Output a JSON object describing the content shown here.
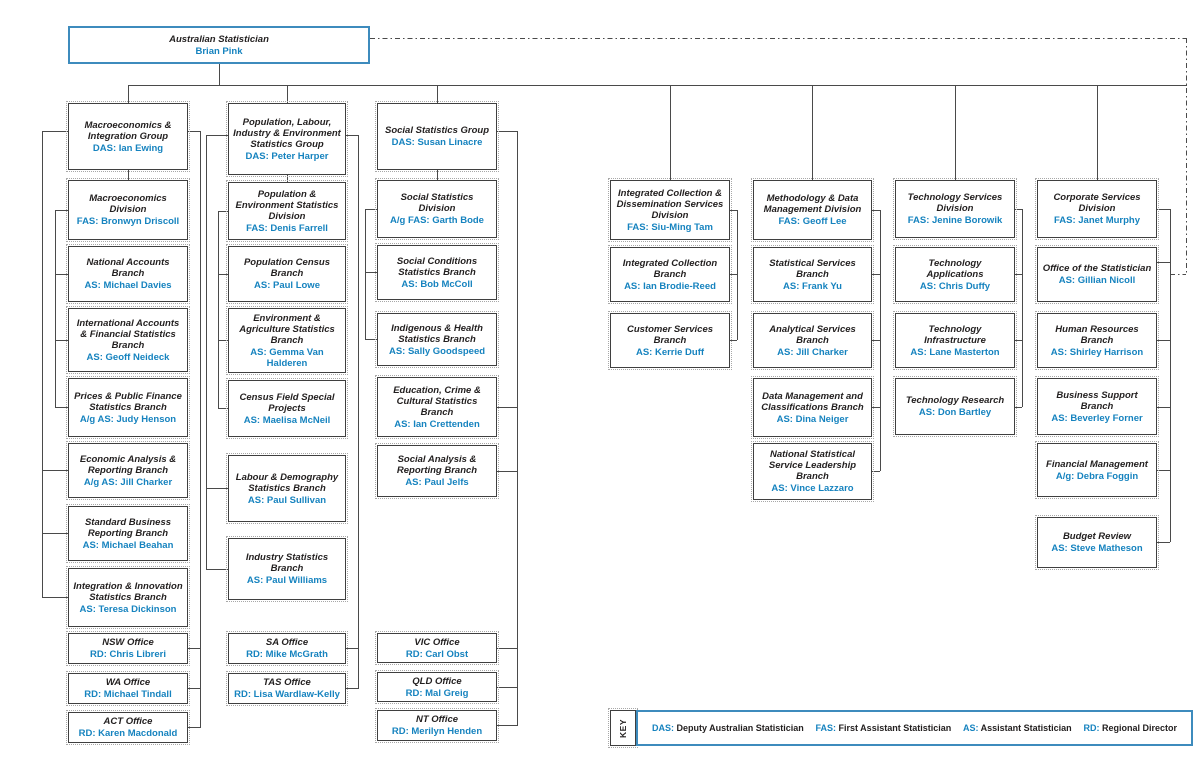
{
  "root": {
    "title": "Australian Statistician",
    "name": "Brian Pink"
  },
  "columns": [
    {
      "boxes": [
        {
          "title": "Macroeconomics & Integration Group",
          "name": "DAS: Ian Ewing"
        },
        {
          "title": "Macroeconomics Division",
          "name": "FAS: Bronwyn Driscoll"
        },
        {
          "title": "National Accounts Branch",
          "name": "AS: Michael Davies"
        },
        {
          "title": "International Accounts & Financial Statistics Branch",
          "name": "AS: Geoff Neideck"
        },
        {
          "title": "Prices & Public Finance Statistics Branch",
          "name": "A/g AS: Judy Henson"
        },
        {
          "title": "Economic Analysis & Reporting Branch",
          "name": "A/g AS: Jill Charker"
        },
        {
          "title": "Standard Business Reporting Branch",
          "name": "AS: Michael Beahan"
        },
        {
          "title": "Integration & Innovation Statistics Branch",
          "name": "AS: Teresa Dickinson"
        },
        {
          "title": "NSW Office",
          "name": "RD: Chris Libreri"
        },
        {
          "title": "WA Office",
          "name": "RD: Michael Tindall"
        },
        {
          "title": "ACT Office",
          "name": "RD: Karen Macdonald"
        }
      ]
    },
    {
      "boxes": [
        {
          "title": "Population, Labour, Industry & Environment Statistics Group",
          "name": "DAS: Peter Harper"
        },
        {
          "title": "Population & Environment Statistics Division",
          "name": "FAS: Denis Farrell"
        },
        {
          "title": "Population Census Branch",
          "name": "AS: Paul Lowe"
        },
        {
          "title": "Environment & Agriculture Statistics Branch",
          "name": "AS: Gemma Van Halderen"
        },
        {
          "title": "Census Field Special Projects",
          "name": "AS: Maelisa McNeil"
        },
        {
          "title": "Labour & Demography Statistics Branch",
          "name": "AS: Paul Sullivan"
        },
        {
          "title": "Industry Statistics Branch",
          "name": "AS: Paul Williams"
        },
        {
          "title": "SA Office",
          "name": "RD: Mike McGrath"
        },
        {
          "title": "TAS Office",
          "name": "RD: Lisa Wardlaw-Kelly"
        }
      ]
    },
    {
      "boxes": [
        {
          "title": "Social Statistics Group",
          "name": "DAS: Susan Linacre"
        },
        {
          "title": "Social Statistics Division",
          "name": "A/g FAS: Garth Bode"
        },
        {
          "title": "Social Conditions Statistics Branch",
          "name": "AS: Bob McColl"
        },
        {
          "title": "Indigenous & Health Statistics Branch",
          "name": "AS: Sally Goodspeed"
        },
        {
          "title": "Education, Crime & Cultural Statistics Branch",
          "name": "AS: Ian Crettenden"
        },
        {
          "title": "Social Analysis & Reporting Branch",
          "name": "AS: Paul Jelfs"
        },
        {
          "title": "VIC Office",
          "name": "RD: Carl Obst"
        },
        {
          "title": "QLD Office",
          "name": "RD: Mal Greig"
        },
        {
          "title": "NT Office",
          "name": "RD: Merilyn Henden"
        }
      ]
    },
    {
      "boxes": [
        {
          "title": "Integrated Collection & Dissemination Services Division",
          "name": "FAS: Siu-Ming Tam"
        },
        {
          "title": "Integrated Collection Branch",
          "name": "AS: Ian Brodie-Reed"
        },
        {
          "title": "Customer Services Branch",
          "name": "AS: Kerrie Duff"
        }
      ]
    },
    {
      "boxes": [
        {
          "title": "Methodology & Data Management Division",
          "name": "FAS: Geoff Lee"
        },
        {
          "title": "Statistical Services Branch",
          "name": "AS: Frank Yu"
        },
        {
          "title": "Analytical Services Branch",
          "name": "AS: Jill Charker"
        },
        {
          "title": "Data Management and Classifications Branch",
          "name": "AS: Dina Neiger"
        },
        {
          "title": "National Statistical Service Leadership Branch",
          "name": "AS: Vince Lazzaro"
        }
      ]
    },
    {
      "boxes": [
        {
          "title": "Technology Services Division",
          "name": "FAS: Jenine Borowik"
        },
        {
          "title": "Technology Applications",
          "name": "AS: Chris Duffy"
        },
        {
          "title": "Technology Infrastructure",
          "name": "AS: Lane Masterton"
        },
        {
          "title": "Technology Research",
          "name": "AS: Don Bartley"
        }
      ]
    },
    {
      "boxes": [
        {
          "title": "Corporate Services Division",
          "name": "FAS: Janet Murphy"
        },
        {
          "title": "Office of the Statistician",
          "name": "AS: Gillian Nicoll"
        },
        {
          "title": "Human Resources Branch",
          "name": "AS: Shirley Harrison"
        },
        {
          "title": "Business Support Branch",
          "name": "AS: Beverley Forner"
        },
        {
          "title": "Financial Management",
          "name": "A/g: Debra Foggin"
        },
        {
          "title": "Budget Review",
          "name": "AS: Steve Matheson"
        }
      ]
    }
  ],
  "key": {
    "label": "KEY",
    "items": [
      {
        "abbr": "DAS:",
        "desc": "Deputy Australian Statistician"
      },
      {
        "abbr": "FAS:",
        "desc": "First Assistant Statistician"
      },
      {
        "abbr": "AS:",
        "desc": "Assistant Statistician"
      },
      {
        "abbr": "RD:",
        "desc": "Regional Director"
      }
    ]
  },
  "colors": {
    "accent_blue": "#1683bf",
    "box_border": "#3f3f3f",
    "root_border": "#3d8bbd"
  }
}
